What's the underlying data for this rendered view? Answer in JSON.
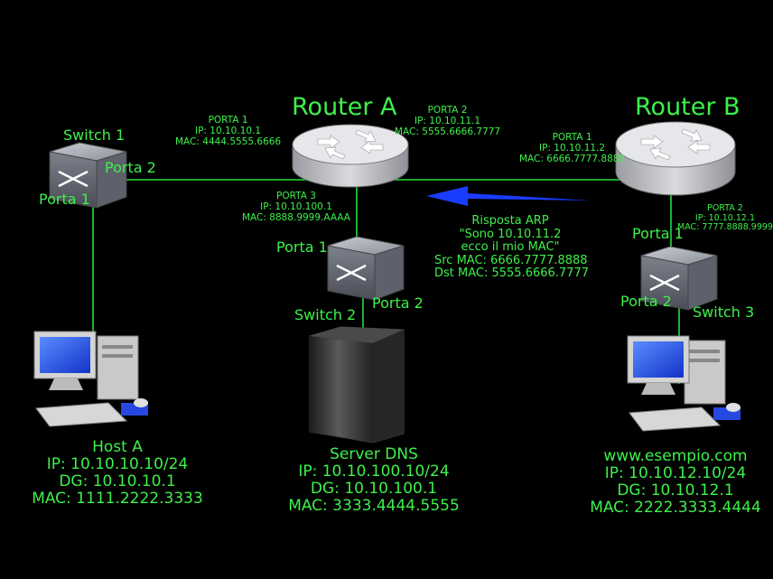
{
  "colors": {
    "background": "#000000",
    "text": "#3ef04b",
    "link": "#22e03a",
    "arrow": "#1a3cff"
  },
  "router_a": {
    "title": "Router A",
    "porta1": [
      "PORTA 1",
      "IP: 10.10.10.1",
      "MAC: 4444.5555.6666"
    ],
    "porta2": [
      "PORTA 2",
      "IP: 10.10.11.1",
      "MAC: 5555.6666.7777"
    ],
    "porta3": [
      "PORTA 3",
      "IP: 10.10.100.1",
      "MAC: 8888.9999.AAAA"
    ]
  },
  "router_b": {
    "title": "Router B",
    "porta1": [
      "PORTA 1",
      "IP: 10.10.11.2",
      "MAC: 6666.7777.8888"
    ],
    "porta2": [
      "PORTA 2",
      "IP: 10.10.12.1",
      "MAC: 7777.8888.9999"
    ]
  },
  "switch1": {
    "title": "Switch 1",
    "porta1": "Porta 1",
    "porta2": "Porta 2"
  },
  "switch2": {
    "title": "Switch  2",
    "porta1": "Porta 1",
    "porta2": "Porta 2"
  },
  "switch3": {
    "title": "Switch 3",
    "porta1": "Porta 1",
    "porta2": "Porta 2"
  },
  "arp": [
    "Risposta ARP",
    "\"Sono 10.10.11.2",
    "ecco il mio MAC\"",
    "Src MAC: 6666.7777.8888",
    "Dst MAC: 5555.6666.7777"
  ],
  "host_a": [
    "Host A",
    "IP: 10.10.10.10/24",
    "DG: 10.10.10.1",
    "MAC: 1111.2222.3333"
  ],
  "server_dns": [
    "Server DNS",
    "IP: 10.10.100.10/24",
    "DG: 10.10.100.1",
    "MAC: 3333.4444.5555"
  ],
  "www": [
    "www.esempio.com",
    "IP: 10.10.12.10/24",
    "DG: 10.10.12.1",
    "MAC: 2222.3333.4444"
  ]
}
